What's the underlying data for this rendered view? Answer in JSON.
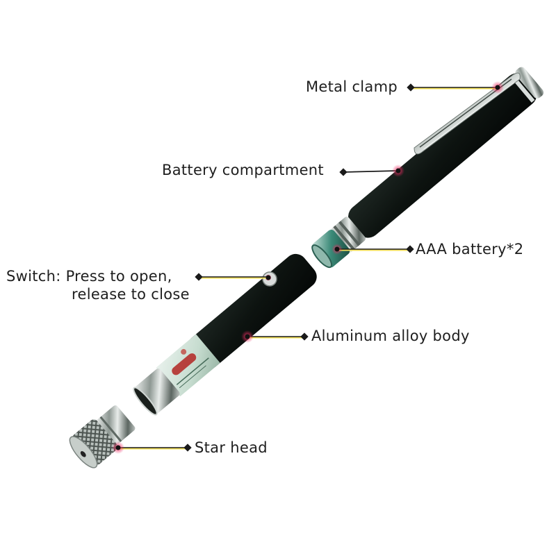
{
  "diagram": {
    "subject": "Laser pointer pen, exploded view",
    "colors": {
      "background": "#ffffff",
      "body": "#0f1512",
      "leader_line": "#1a1a1a",
      "leader_highlight": "#f5e15a",
      "marker_glow": "#e0245e",
      "text": "#1e1e1e"
    },
    "callouts": [
      {
        "id": "metal-clamp",
        "text": "Metal clamp"
      },
      {
        "id": "battery-compartment",
        "text": "Battery compartment"
      },
      {
        "id": "aaa-battery",
        "text": "AAA battery*2"
      },
      {
        "id": "switch",
        "text_line1": "Switch: Press to open,",
        "text_line2": "release to close"
      },
      {
        "id": "aluminum-body",
        "text": "Aluminum alloy body"
      },
      {
        "id": "star-head",
        "text": "Star head"
      }
    ]
  }
}
